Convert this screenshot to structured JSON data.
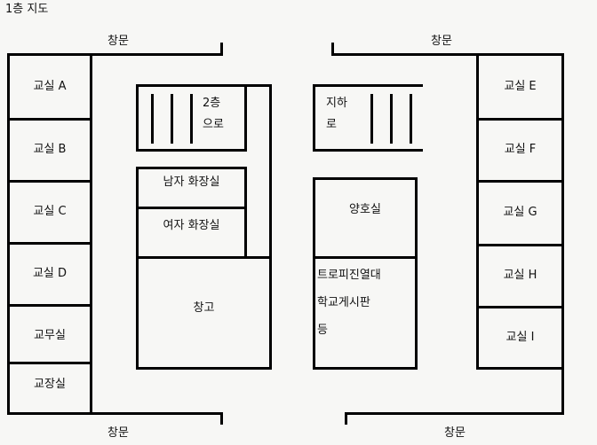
{
  "page": {
    "title": "1층 지도"
  },
  "windows": [
    {
      "id": "window-top-left",
      "label": "창문"
    },
    {
      "id": "window-top-right",
      "label": "창문"
    },
    {
      "id": "window-bottom-left",
      "label": "창문"
    },
    {
      "id": "window-bottom-right",
      "label": "창문"
    }
  ],
  "left_wing": {
    "rooms": [
      {
        "id": "room-classroom-a",
        "label": "교실 A"
      },
      {
        "id": "room-classroom-b",
        "label": "교실 B"
      },
      {
        "id": "room-classroom-c",
        "label": "교실 C"
      },
      {
        "id": "room-classroom-d",
        "label": "교실 D"
      },
      {
        "id": "room-staff-office",
        "label": "교무실"
      },
      {
        "id": "room-principal-office",
        "label": "교장실"
      }
    ]
  },
  "right_wing": {
    "rooms": [
      {
        "id": "room-classroom-e",
        "label": "교실 E"
      },
      {
        "id": "room-classroom-f",
        "label": "교실 F"
      },
      {
        "id": "room-classroom-g",
        "label": "교실 G"
      },
      {
        "id": "room-classroom-h",
        "label": "교실 H"
      },
      {
        "id": "room-classroom-i",
        "label": "교실 I"
      }
    ]
  },
  "center_left_wing": {
    "stairs_up": {
      "id": "room-stairs-up",
      "label_line1": "2층",
      "label_line2": "으로"
    },
    "restroom_men": {
      "id": "room-restroom-men",
      "label": "남자 화장실"
    },
    "restroom_women": {
      "id": "room-restroom-women",
      "label": "여자 화장실"
    },
    "storage": {
      "id": "room-storage",
      "label": "창고"
    }
  },
  "center_right_wing": {
    "stairs_basement": {
      "id": "room-stairs-basement",
      "label_line1": "지하",
      "label_line2": "로"
    },
    "nurse_office": {
      "id": "room-nurse-office",
      "label": "양호실"
    },
    "trophy_case": {
      "id": "room-trophy-case",
      "label_line1": "트로피진열대",
      "label_line2": "학교게시판",
      "label_line3": "등"
    }
  }
}
